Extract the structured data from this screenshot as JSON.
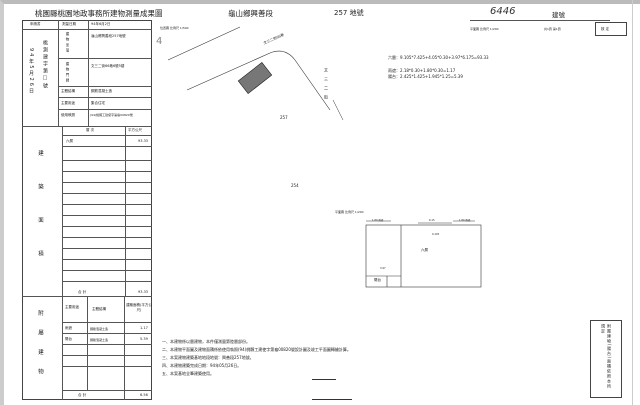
{
  "header": {
    "title": "桃園縣桃園地政事務所建物測量成果圖",
    "section": "龜山鄉興善段",
    "lot": "257 地號",
    "building_no": "6446",
    "building_no_label": "建號"
  },
  "left": {
    "applicant_label": "申請書",
    "survey_date_label": "測量日期",
    "survey_date": "94年6月2日",
    "location_label": "建物坐落",
    "location": "龜山鄉興善段257地號",
    "address_label": "建物門牌",
    "address": "文三二街66巷6號5樓",
    "structure_label": "主體結構",
    "structure": "鋼筋混凝土造",
    "use_label": "主要用途",
    "use": "集合住宅",
    "permit_label": "使用執照",
    "permit": "(94)桃縣工建使字第龜00820號",
    "date_vertical": "94年5月26日",
    "case_vertical": "桃測建字第□號",
    "area_section_label": "建築面積",
    "floor_header": "層 次",
    "unit_header": "平方公尺",
    "floors": [
      {
        "floor": "六層",
        "area": "93.33"
      }
    ],
    "total_label": "合 計",
    "total": "93.33",
    "annex_section_label": "附屬建物",
    "annex_use_header": "主要用途",
    "annex_struct_header": "主體結構",
    "annex_area_header": "建築面積(平方公尺)",
    "annex": [
      {
        "use": "雨遮",
        "struct": "鋼筋混凝土造",
        "area": "1.17"
      },
      {
        "use": "陽台",
        "struct": "鋼筋混凝土造",
        "area": "5.39"
      }
    ],
    "annex_total_label": "合 計",
    "annex_total": "6.56"
  },
  "location_map": {
    "label": "位置圖 比例尺 1/500",
    "mark": "4",
    "lane": "文三二街66巷",
    "street": "文三二街",
    "lot_a": "257",
    "lot_b": "254"
  },
  "plan": {
    "label": "平面圖 比例尺 1/200",
    "page": "共1頁 第1頁",
    "approve": "核 定",
    "formulas": [
      "六層：9.105*7.425+4.05*0.30+3.97*6.175=93.33",
      "雨遮：2.18*0.30+1.80*0.30=1.17",
      "陽台：2.425*1.425+1.945*1.25=5.39"
    ],
    "room_main": "六層",
    "room_balcony": "陽台",
    "dim_top": "6.15",
    "dim_rain_l": "1.80 雨遮",
    "dim_rain_r": "1.80 雨遮",
    "dim_w": "9.105",
    "dim_bot": "3.97"
  },
  "notes": [
    "一、本建物係以層建物，本件僅測量第陸層部份。",
    "二、本建物平面圖及建物面積係依使用執照(94)桃縣工建使字第龜00820號設計圖及竣工平面圖轉繪計算。",
    "三、本案建物建築基地地段地號：興善段257地號。",
    "四、本建物建築完成日期：94年05月26日。",
    "五、本案基地全筆建築使用。"
  ],
  "side_note": "附屬建物(陽台)面積依照本所規定"
}
